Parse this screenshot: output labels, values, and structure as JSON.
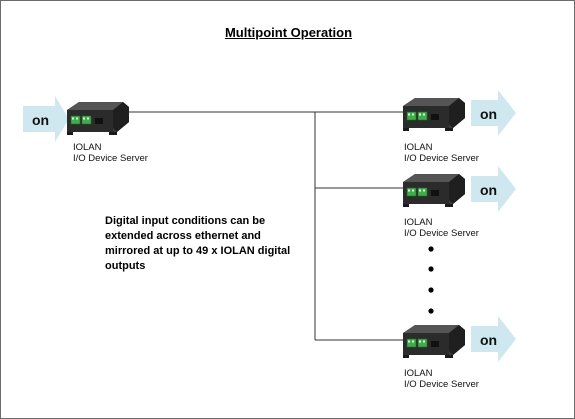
{
  "title": "Multipoint Operation",
  "devices": [
    {
      "name": "IOLAN",
      "caption": "I/O Device Server"
    },
    {
      "name": "IOLAN",
      "caption": "I/O Device Server"
    },
    {
      "name": "IOLAN",
      "caption": "I/O Device Server"
    },
    {
      "name": "IOLAN",
      "caption": "I/O Device Server"
    }
  ],
  "arrows": {
    "input_label": "on",
    "output_labels": [
      "on",
      "on",
      "on"
    ]
  },
  "description": "Digital input conditions can be extended across ethernet and mirrored at up to 49 x IOLAN digital outputs",
  "colors": {
    "arrow_fill": "#cfe8f0",
    "device_body": "#2b2b2b",
    "terminal_green": "#3fae4a",
    "line": "#333333"
  }
}
